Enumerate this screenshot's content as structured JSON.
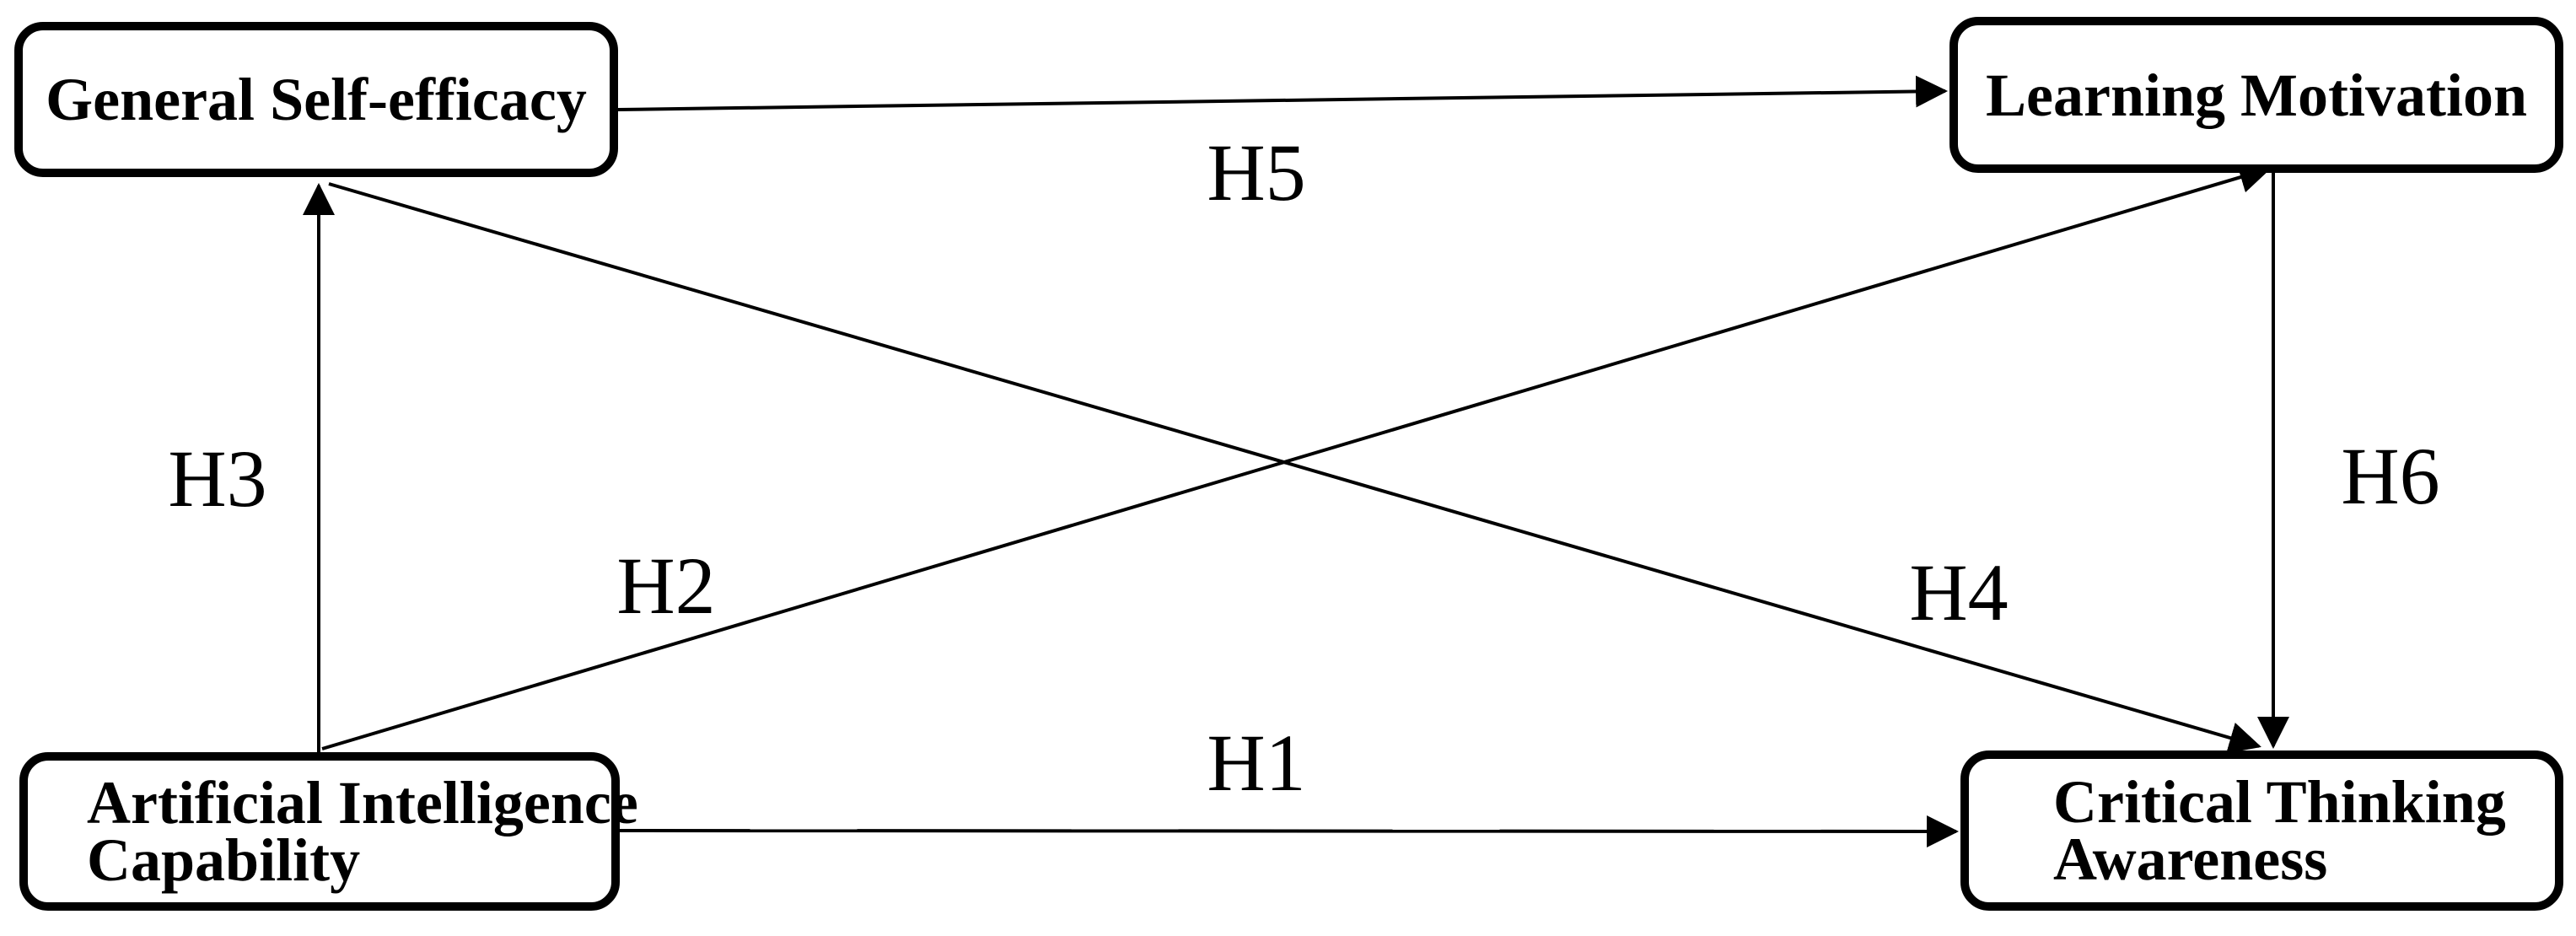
{
  "diagram": {
    "background_color": "#ffffff",
    "box_fill_color": "#ffffff",
    "box_border_color": "#000000",
    "arrow_color": "#000000",
    "text_color": "#000000",
    "nodes": {
      "general_self_efficacy": {
        "label": "General Self-efficacy"
      },
      "learning_motivation": {
        "label": "Learning Motivation"
      },
      "artificial_intelligence_capability": {
        "line1": "Artificial Intelligence",
        "line2": "Capability"
      },
      "critical_thinking_awareness": {
        "line1": "Critical Thinking",
        "line2": "Awareness"
      }
    },
    "hypotheses": {
      "h1": {
        "label": "H1",
        "from": "Artificial Intelligence Capability",
        "to": "Critical Thinking Awareness"
      },
      "h2": {
        "label": "H2",
        "from": "Artificial Intelligence Capability",
        "to": "Learning Motivation"
      },
      "h3": {
        "label": "H3",
        "from": "Artificial Intelligence Capability",
        "to": "General Self-efficacy"
      },
      "h4": {
        "label": "H4",
        "from": "General Self-efficacy",
        "to": "Critical Thinking Awareness"
      },
      "h5": {
        "label": "H5",
        "from": "General Self-efficacy",
        "to": "Learning Motivation"
      },
      "h6": {
        "label": "H6",
        "from": "Learning Motivation",
        "to": "Critical Thinking Awareness"
      }
    }
  }
}
